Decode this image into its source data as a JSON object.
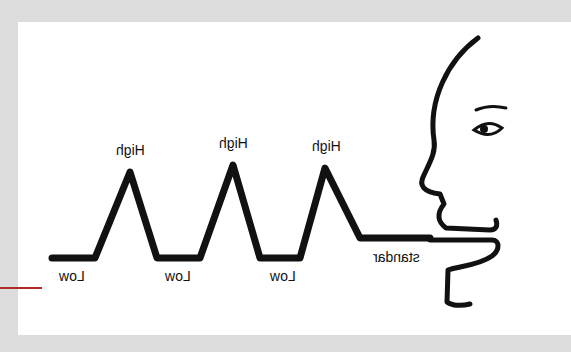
{
  "diagram": {
    "labels": [
      "Low",
      "High",
      "Low",
      "High",
      "Low",
      "High",
      "standar"
    ]
  }
}
